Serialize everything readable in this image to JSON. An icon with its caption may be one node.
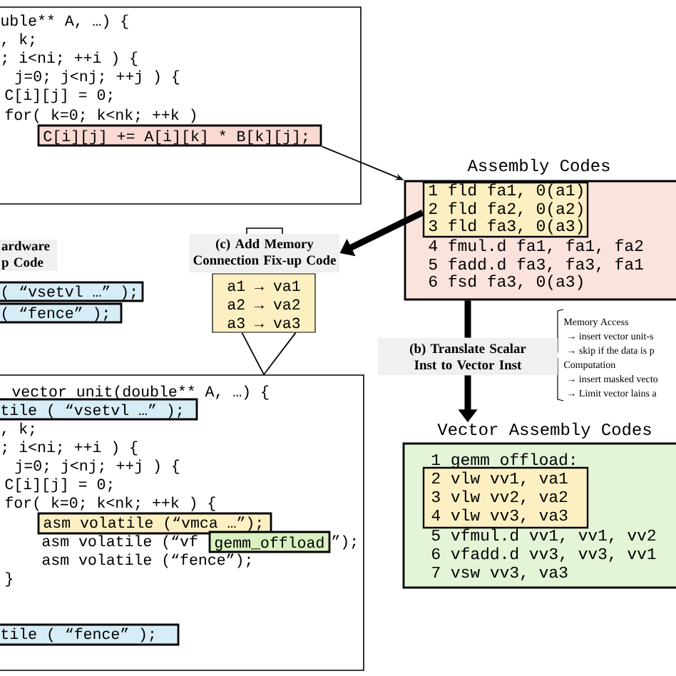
{
  "diagram": {
    "nodes": [
      {
        "text": [
          "uble** A, …) {",
          ", k;",
          "; i<ni; ++i ) {",
          "j=0; j<nj; ++j ) {",
          "C[i][j] = 0;",
          "for( k=0; k<nk; ++k )"
        ]
      },
      {
        "text": [
          "C[i][j] += A[i][k] * B[k][j];"
        ],
        "in": 0
      },
      {
        "text": [
          "Assembly Codes",
          "4 fmul.d fa1, fa1, fa2",
          "5 fadd.d fa3, fa3, fa1",
          "6 fsd fa3, 0(a3)"
        ]
      },
      {
        "text": [
          "1 fld fa1, 0(a1)",
          "2 fld fa2, 0(a2)",
          "3 fld fa3, 0(a3)"
        ],
        "in": 2
      },
      {
        "text": [
          "(c) Add Memory Connection Fix-up Code"
        ]
      },
      {
        "text": [
          "a1 → va1",
          "a2 → va2",
          "a3 → va3"
        ]
      },
      {
        "text": [
          "(b) Translate Scalar Inst to Vector Inst"
        ],
        "beside": [
          "Memory Access",
          "→ insert vector unit-s",
          "→ skip if the data is p",
          "Computation",
          "→ insert masked vecto",
          "→ Limit vector lains a"
        ]
      },
      {
        "text": [
          "Vector Assembly Codes",
          "1 gemm offload:",
          "5 vfmul.d vv1, vv1, vv2",
          "6 vfadd.d vv3, vv3, vv1",
          "7 vsw vv3, va3"
        ]
      },
      {
        "text": [
          "2 vlw vv1, va1",
          "3 vlw vv2, va2",
          "4 vlw vv3, va3"
        ],
        "in": 7
      },
      {
        "text": [
          "vector unit(double** A, …) {",
          ", k;",
          "; i<ni; ++i ) {",
          "j=0; j<nj; ++j ) {",
          "C[i][j] = 0;",
          "for( k=0; k<nk; ++k ) {",
          "asm volatile (“vf",
          "”);",
          "asm volatile (“fence”);",
          "}"
        ]
      },
      {
        "text": [
          "tile ( “vsetvl …” );"
        ],
        "in": 9
      },
      {
        "text": [
          "asm volatile (“vmca …”);"
        ],
        "in": 9
      },
      {
        "text": [
          "gemm_offload"
        ],
        "in": 9
      },
      {
        "text": [
          "tile ( “fence” );"
        ],
        "in": 9
      },
      {
        "text": [
          "( “vsetvl …” );"
        ]
      },
      {
        "text": [
          "( “fence” );"
        ]
      }
    ],
    "edges": [
      {
        "from": 1,
        "to": 2,
        "arrow": "to"
      },
      {
        "from": 3,
        "to": 4,
        "arrow": "to"
      },
      {
        "from": 2,
        "to": 6,
        "arrow": "none"
      },
      {
        "from": 6,
        "to": 7,
        "arrow": "to"
      },
      {
        "from": 5,
        "to": 9,
        "arrow": "none"
      }
    ],
    "labels": [
      "ardware p Code"
    ]
  }
}
